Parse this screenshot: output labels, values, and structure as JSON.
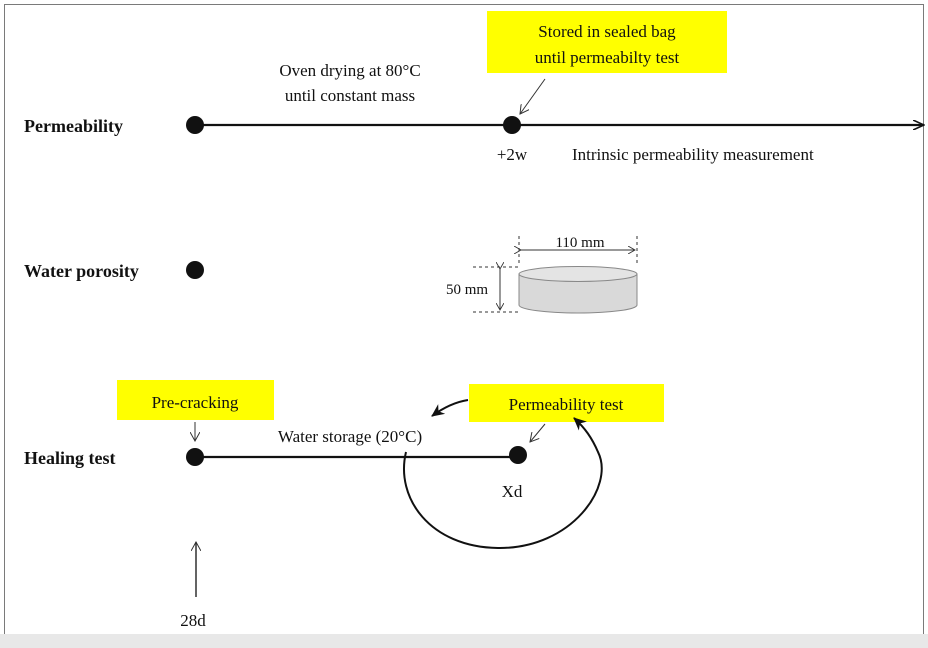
{
  "rows": {
    "permeability": {
      "label": "Permeability",
      "step_label_line1": "Oven drying at 80°C",
      "step_label_line2": "until constant mass",
      "time_mark": "+2w",
      "measurement": "Intrinsic permeability measurement",
      "note_line1": "Stored in sealed bag",
      "note_line2": "until permeabilty test"
    },
    "water_porosity": {
      "label": "Water porosity"
    },
    "healing": {
      "label": "Healing test",
      "precrack_note": "Pre-cracking",
      "storage_label": "Water storage (20°C)",
      "time_mark": "Xd",
      "test_note": "Permeability test",
      "age_mark": "28d"
    }
  },
  "specimen": {
    "diameter": "110 mm",
    "height": "50 mm"
  },
  "colors": {
    "highlight": "#ffff00",
    "specimen_fill": "#d9d9d9",
    "line": "#111111"
  }
}
